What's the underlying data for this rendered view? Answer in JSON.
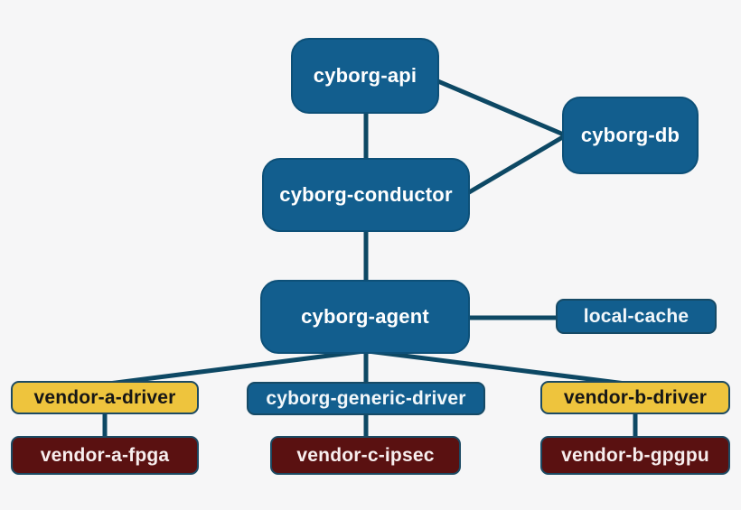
{
  "diagram": {
    "name": "cyborg-architecture-diagram",
    "background_color": "#f6f6f7",
    "colors": {
      "service_box_fill": "#125e8e",
      "service_box_text": "#ffffff",
      "accelerator_driver_fill": "#eec43d",
      "accelerator_driver_text": "#161616",
      "device_box_fill": "#5a1111",
      "device_box_text": "#f7eeee",
      "connector_line": "#0d4864"
    },
    "nodes": {
      "api": {
        "label": "cyborg-api"
      },
      "db": {
        "label": "cyborg-db"
      },
      "conductor": {
        "label": "cyborg-conductor"
      },
      "agent": {
        "label": "cyborg-agent"
      },
      "local_cache": {
        "label": "local-cache"
      },
      "vendor_a_driver": {
        "label": "vendor-a-driver"
      },
      "generic_driver": {
        "label": "cyborg-generic-driver"
      },
      "vendor_b_driver": {
        "label": "vendor-b-driver"
      },
      "vendor_a_fpga": {
        "label": "vendor-a-fpga"
      },
      "vendor_c_ipsec": {
        "label": "vendor-c-ipsec"
      },
      "vendor_b_gpgpu": {
        "label": "vendor-b-gpgpu"
      }
    },
    "edges": [
      {
        "from": "cyborg-api",
        "to": "cyborg-conductor"
      },
      {
        "from": "cyborg-api",
        "to": "cyborg-db"
      },
      {
        "from": "cyborg-conductor",
        "to": "cyborg-db"
      },
      {
        "from": "cyborg-conductor",
        "to": "cyborg-agent"
      },
      {
        "from": "cyborg-agent",
        "to": "local-cache"
      },
      {
        "from": "cyborg-agent",
        "to": "vendor-a-driver"
      },
      {
        "from": "cyborg-agent",
        "to": "cyborg-generic-driver"
      },
      {
        "from": "cyborg-agent",
        "to": "vendor-b-driver"
      },
      {
        "from": "vendor-a-driver",
        "to": "vendor-a-fpga"
      },
      {
        "from": "cyborg-generic-driver",
        "to": "vendor-c-ipsec"
      },
      {
        "from": "vendor-b-driver",
        "to": "vendor-b-gpgpu"
      }
    ]
  }
}
